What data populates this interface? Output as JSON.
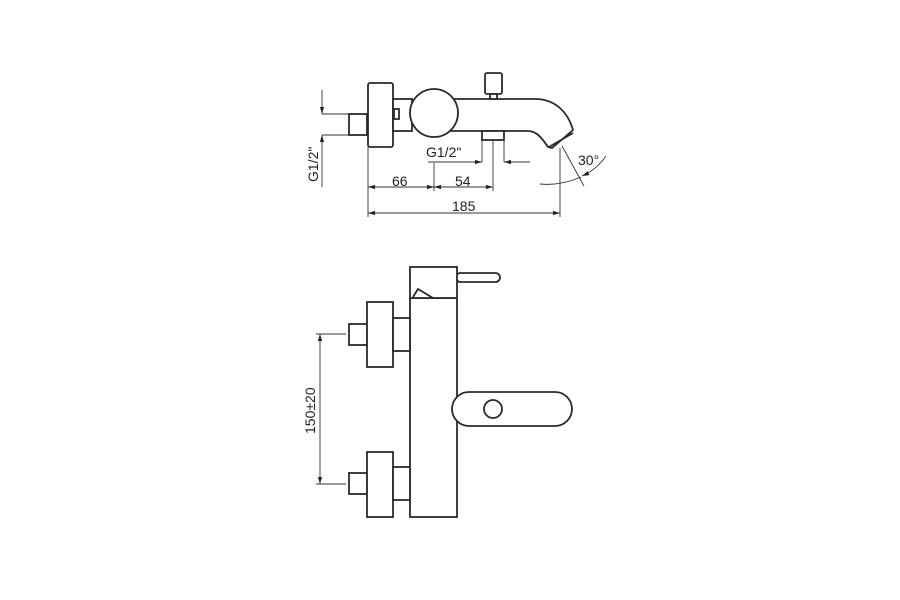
{
  "top_view": {
    "thread_vertical_label": "G1/2\"",
    "thread_outlet_label": "G1/2\"",
    "dim_wall_to_outlet": "66",
    "dim_outlet_offset": "54",
    "dim_total_length": "185",
    "spout_angle": "30°"
  },
  "front_view": {
    "inlet_spacing": "150±20"
  }
}
